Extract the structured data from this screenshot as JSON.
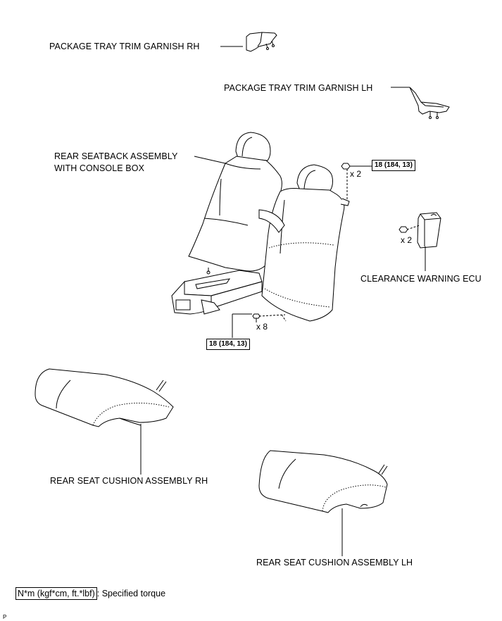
{
  "labels": {
    "tray_rh": "PACKAGE TRAY TRIM GARNISH RH",
    "tray_lh": "PACKAGE TRAY TRIM GARNISH LH",
    "seatback_line1": "REAR SEATBACK ASSEMBLY",
    "seatback_line2": "WITH CONSOLE BOX",
    "ecu": "CLEARANCE WARNING ECU",
    "cushion_rh": "REAR SEAT CUSHION ASSEMBLY RH",
    "cushion_lh": "REAR SEAT CUSHION ASSEMBLY LH"
  },
  "torque": {
    "top": "18 (184, 13)",
    "bottom": "18 (184, 13)"
  },
  "quantities": {
    "top_nut": "x 2",
    "ecu_nut": "x 2",
    "bolts": "x 8"
  },
  "legend": {
    "unit": "N*m (kgf*cm, ft.*lbf)",
    "text": ": Specified torque"
  },
  "corner_mark": "P"
}
